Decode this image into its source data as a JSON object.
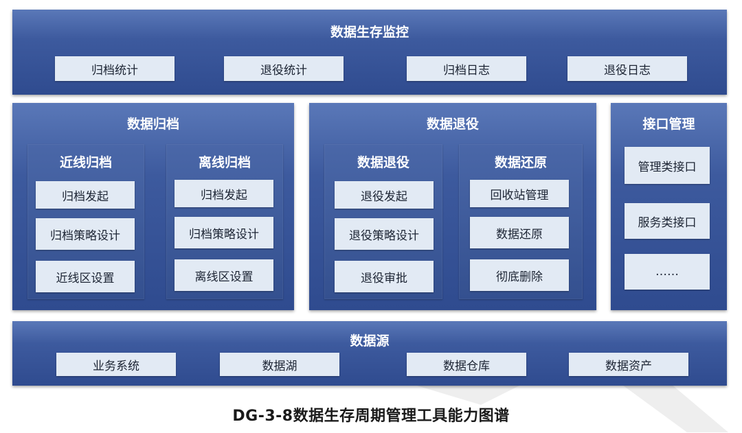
{
  "monitor": {
    "title": "数据生存监控",
    "items": [
      "归档统计",
      "退役统计",
      "归档日志",
      "退役日志"
    ]
  },
  "archive": {
    "title": "数据归档",
    "nearline": {
      "title": "近线归档",
      "items": [
        "归档发起",
        "归档策略设计",
        "近线区设置"
      ]
    },
    "offline": {
      "title": "离线归档",
      "items": [
        "归档发起",
        "归档策略设计",
        "离线区设置"
      ]
    }
  },
  "retire": {
    "title": "数据退役",
    "retirement": {
      "title": "数据退役",
      "items": [
        "退役发起",
        "退役策略设计",
        "退役审批"
      ]
    },
    "restore": {
      "title": "数据还原",
      "items": [
        "回收站管理",
        "数据还原",
        "彻底删除"
      ]
    }
  },
  "interface": {
    "title": "接口管理",
    "items": [
      "管理类接口",
      "服务类接口",
      "……"
    ]
  },
  "source": {
    "title": "数据源",
    "items": [
      "业务系统",
      "数据湖",
      "数据仓库",
      "数据资产"
    ]
  },
  "caption": "DG-3-8数据生存周期管理工具能力图谱",
  "colors": {
    "panel": "#3d5a9e",
    "box": "#e2eaf4",
    "caption": "#1a1a1a"
  }
}
